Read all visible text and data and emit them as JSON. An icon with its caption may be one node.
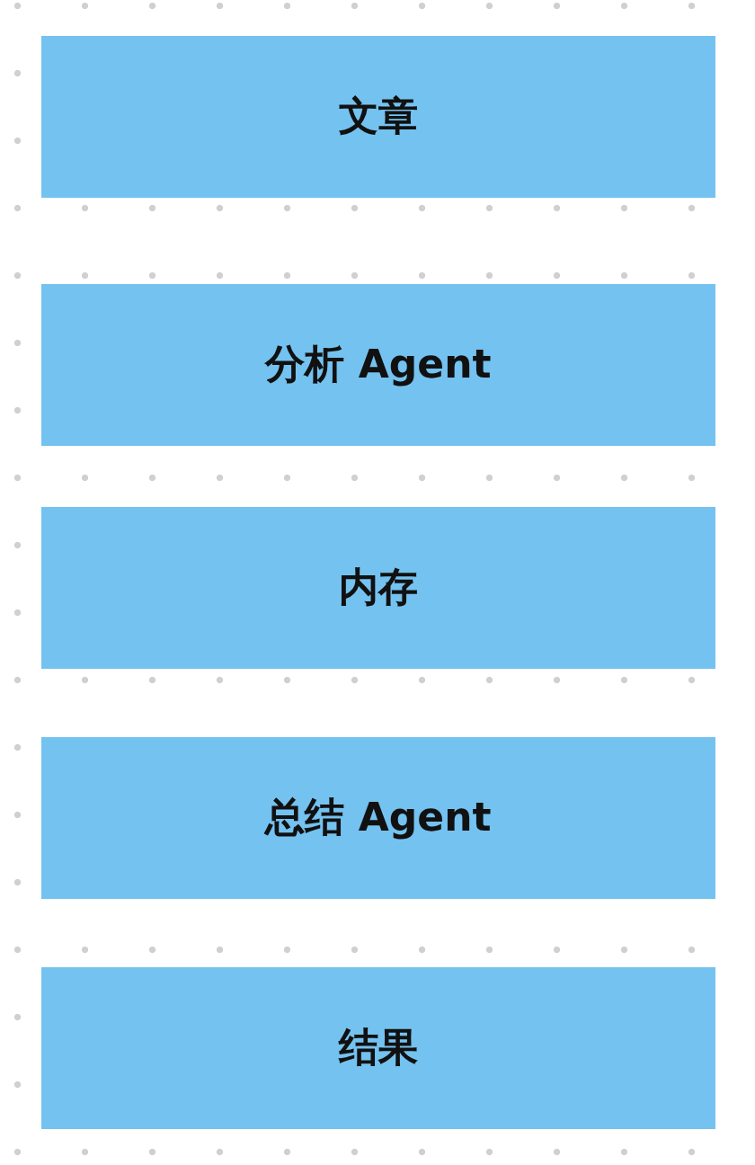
{
  "diagram": {
    "nodes": [
      {
        "text": [
          "文章"
        ]
      },
      {
        "text": [
          "分析 Agent"
        ]
      },
      {
        "text": [
          "内存"
        ]
      },
      {
        "text": [
          "总结 Agent"
        ]
      },
      {
        "text": [
          "结果"
        ]
      }
    ]
  }
}
